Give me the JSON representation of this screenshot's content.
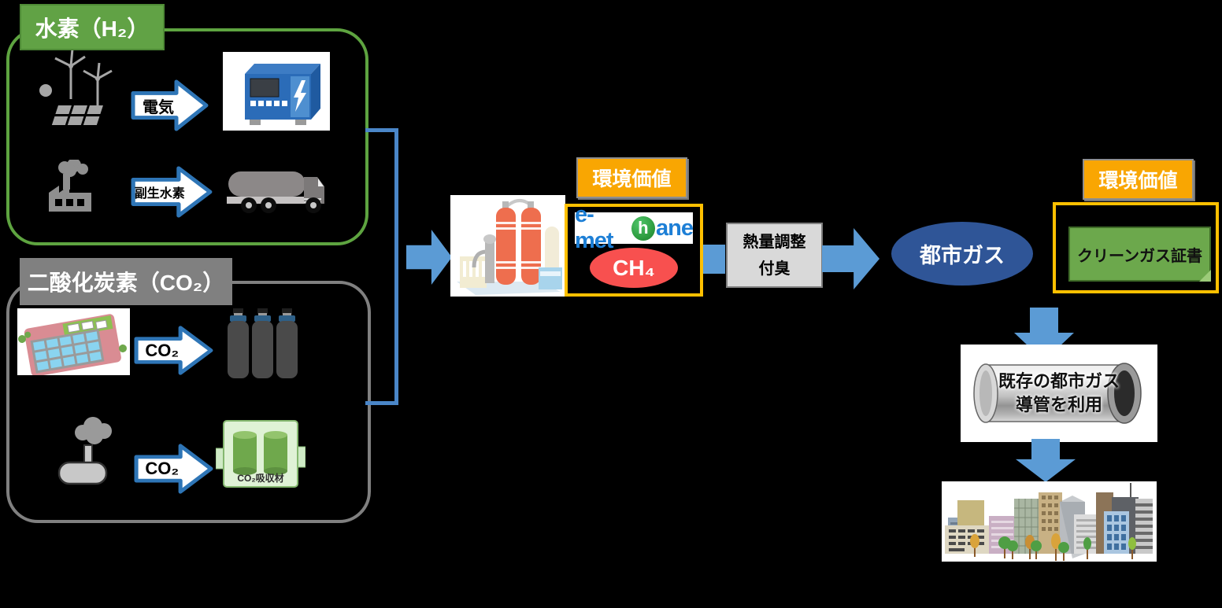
{
  "diagram": {
    "hydrogen": {
      "title": "水素（H₂）",
      "electric_label": "電気",
      "byproduct_label": "副生水素"
    },
    "co2": {
      "title": "二酸化炭素（CO₂）",
      "co2_label_1": "CO₂",
      "co2_label_2": "CO₂",
      "absorber_label": "CO₂吸収材"
    },
    "methanation": {
      "env_value_label": "環境価値",
      "logo_p1": "e-met",
      "logo_p2": "h",
      "logo_p3": "ane",
      "molecule": "CH₄"
    },
    "processing": {
      "line1": "熱量調整",
      "line2": "付臭"
    },
    "city_gas_label": "都市ガス",
    "certificate": {
      "env_value_label": "環境価値",
      "label": "クリーンガス証書"
    },
    "pipeline": {
      "line1": "既存の都市ガス",
      "line2": "導管を利用"
    },
    "colors": {
      "hydrogen_green": "#61A245",
      "co2_gray": "#808080",
      "arrow_blue": "#5B9BD5",
      "arrow_outline_blue": "#2E75B6",
      "bracket_blue": "#4A86C8",
      "city_gas_navy": "#2F5597",
      "env_value_orange": "#F9A602",
      "frame_gold": "#FFC000",
      "ch4_red": "#F8504F",
      "certificate_green": "#6CA84C",
      "logo_blue": "#1D7FD6",
      "logo_green": "#2F9E41"
    },
    "icons": {
      "wind-solar-icon": "wind turbines and solar panel",
      "electrolyzer-icon": "blue electrolyzer unit with lightning bolt",
      "factory-icon": "factory with smoke",
      "tank-truck-icon": "hydrogen tank truck",
      "water-treatment-icon": "water treatment plant",
      "gas-cylinders-icon": "three CO2 gas cylinders",
      "boiler-icon": "boiler with smoke",
      "co2-absorber-icon": "CO2 absorber unit",
      "methanation-plant-icon": "methanation plant",
      "pipeline-icon": "city gas pipe",
      "city-icon": "city skyline"
    }
  }
}
